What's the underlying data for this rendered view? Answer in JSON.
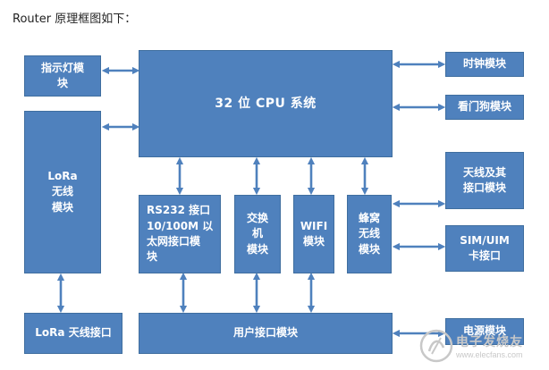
{
  "heading": "Router 原理框图如下：",
  "blocks": {
    "indicator": "指示灯模\n块",
    "cpu": "32 位 CPU 系统",
    "clock": "时钟模块",
    "watchdog": "看门狗模块",
    "lora_module": "LoRa\n无线\n模块",
    "rs232": "RS232 接口\n10/100M 以\n太网接口模\n块",
    "switch": "交换\n机\n模块",
    "wifi": "WIFI\n模块",
    "cellular": "蜂窝\n无线\n模块",
    "antenna": "天线及其\n接口模块",
    "sim": "SIM/UIM\n卡接口",
    "lora_antenna": "LoRa 天线接口",
    "user_interface": "用户接口模块",
    "power": "电源模块"
  },
  "watermark": {
    "name": "电子发烧友",
    "url": "www.elecfans.com"
  },
  "colors": {
    "box_fill": "#4f81bd",
    "arrow": "#4f81bd"
  }
}
